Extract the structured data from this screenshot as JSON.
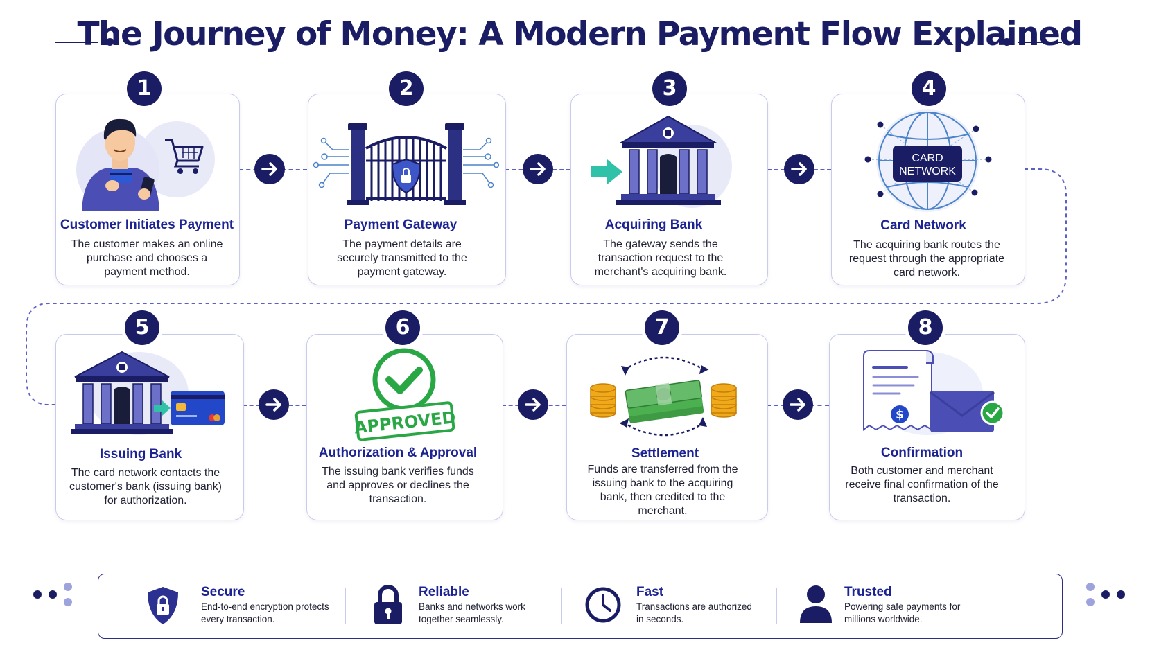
{
  "title": "The Journey of Money: A Modern Payment Flow Explained",
  "steps": [
    {
      "number": "1",
      "title": "Customer Initiates Payment",
      "description": "The customer makes an online purchase and chooses a payment method."
    },
    {
      "number": "2",
      "title": "Payment Gateway",
      "description": "The payment details are securely transmitted to the payment gateway."
    },
    {
      "number": "3",
      "title": "Acquiring Bank",
      "description": "The gateway sends the transaction request to the merchant's acquiring bank."
    },
    {
      "number": "4",
      "title": "Card Network",
      "description": "The acquiring bank routes the request through the appropriate card network."
    },
    {
      "number": "5",
      "title": "Issuing Bank",
      "description": "The card network contacts the customer's bank (issuing bank) for authorization."
    },
    {
      "number": "6",
      "title": "Authorization & Approval",
      "description": "The issuing bank verifies funds and approves or declines the transaction."
    },
    {
      "number": "7",
      "title": "Settlement",
      "description": "Funds are transferred from the issuing bank to the acquiring bank, then credited to the merchant."
    },
    {
      "number": "8",
      "title": "Confirmation",
      "description": "Both customer and merchant receive final confirmation of the transaction."
    }
  ],
  "illustrations": {
    "card_network_label_line1": "CARD",
    "card_network_label_line2": "NETWORK",
    "approved_stamp": "APPROVED"
  },
  "features": [
    {
      "title": "Secure",
      "description": "End-to-end encryption protects every transaction.",
      "icon": "shield-lock-icon"
    },
    {
      "title": "Reliable",
      "description": "Banks and networks work together seamlessly.",
      "icon": "padlock-icon"
    },
    {
      "title": "Fast",
      "description": "Transactions are authorized in seconds.",
      "icon": "clock-icon"
    },
    {
      "title": "Trusted",
      "description": "Powering safe payments for millions worldwide.",
      "icon": "user-icon"
    }
  ],
  "colors": {
    "navy": "#1a1d63",
    "accent_blue": "#1c2392",
    "illustration_purple": "#4b4fb5",
    "approved_green": "#2aa745",
    "teal": "#2fc2a8",
    "gold": "#f0a91b",
    "cash_green": "#4caf50"
  }
}
